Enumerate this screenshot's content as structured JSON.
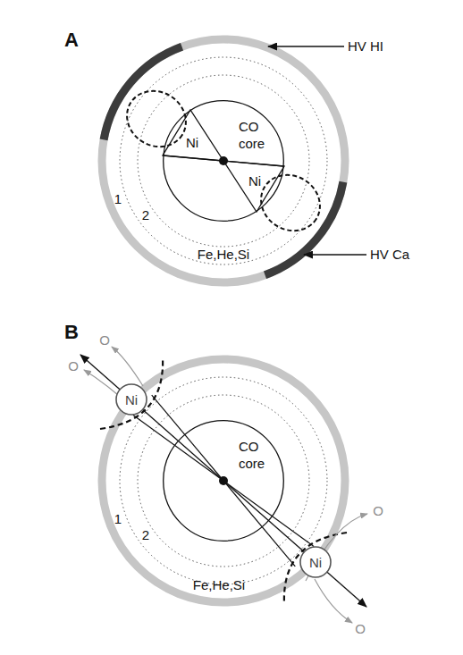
{
  "diagram": {
    "nodes": [
      {
        "text": [
          "CO core"
        ]
      },
      {
        "text": [
          "Ni"
        ],
        "in": 0
      },
      {
        "text": [
          "Ni"
        ],
        "in": 0
      },
      {
        "text": [
          "CO core"
        ]
      },
      {
        "text": [
          "Ni"
        ]
      },
      {
        "text": [
          "Ni"
        ]
      }
    ],
    "labels": [
      "A",
      "HV HI",
      "1",
      "2",
      "Fe,He,Si",
      "HV Ca",
      "B",
      "O",
      "O",
      "1",
      "2",
      "Fe,He,Si",
      "O",
      "O"
    ]
  }
}
